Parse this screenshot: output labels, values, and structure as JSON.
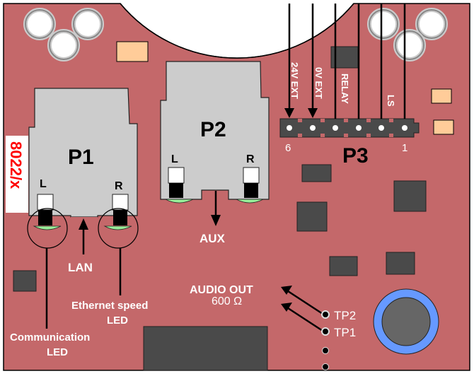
{
  "colors": {
    "board": "#c4686a",
    "connector": "#cccccc",
    "chip": "#4a4a4a",
    "pad": "#ffcc99",
    "led": "#99ee99",
    "capacitor_ring": "#6699ff",
    "capacitor_body": "#666666",
    "model_text": "#ff0000"
  },
  "model": "8022/x",
  "connectors": {
    "p1": {
      "label": "P1",
      "left": "L",
      "right": "R"
    },
    "p2": {
      "label": "P2",
      "left": "L",
      "right": "R"
    },
    "p3": {
      "label": "P3",
      "pin_first": "6",
      "pin_last": "1"
    }
  },
  "p3_signals": [
    "24V EXT",
    "0V EXT",
    "RELAY",
    "LS"
  ],
  "labels": {
    "lan": "LAN",
    "aux": "AUX",
    "communication_led_line1": "Communication",
    "communication_led_line2": "LED",
    "ethernet_led_line1": "Ethernet speed",
    "ethernet_led_line2": "LED",
    "audio_out": "AUDIO OUT",
    "impedance": "600 Ω",
    "tp2": "TP2",
    "tp1": "TP1"
  }
}
